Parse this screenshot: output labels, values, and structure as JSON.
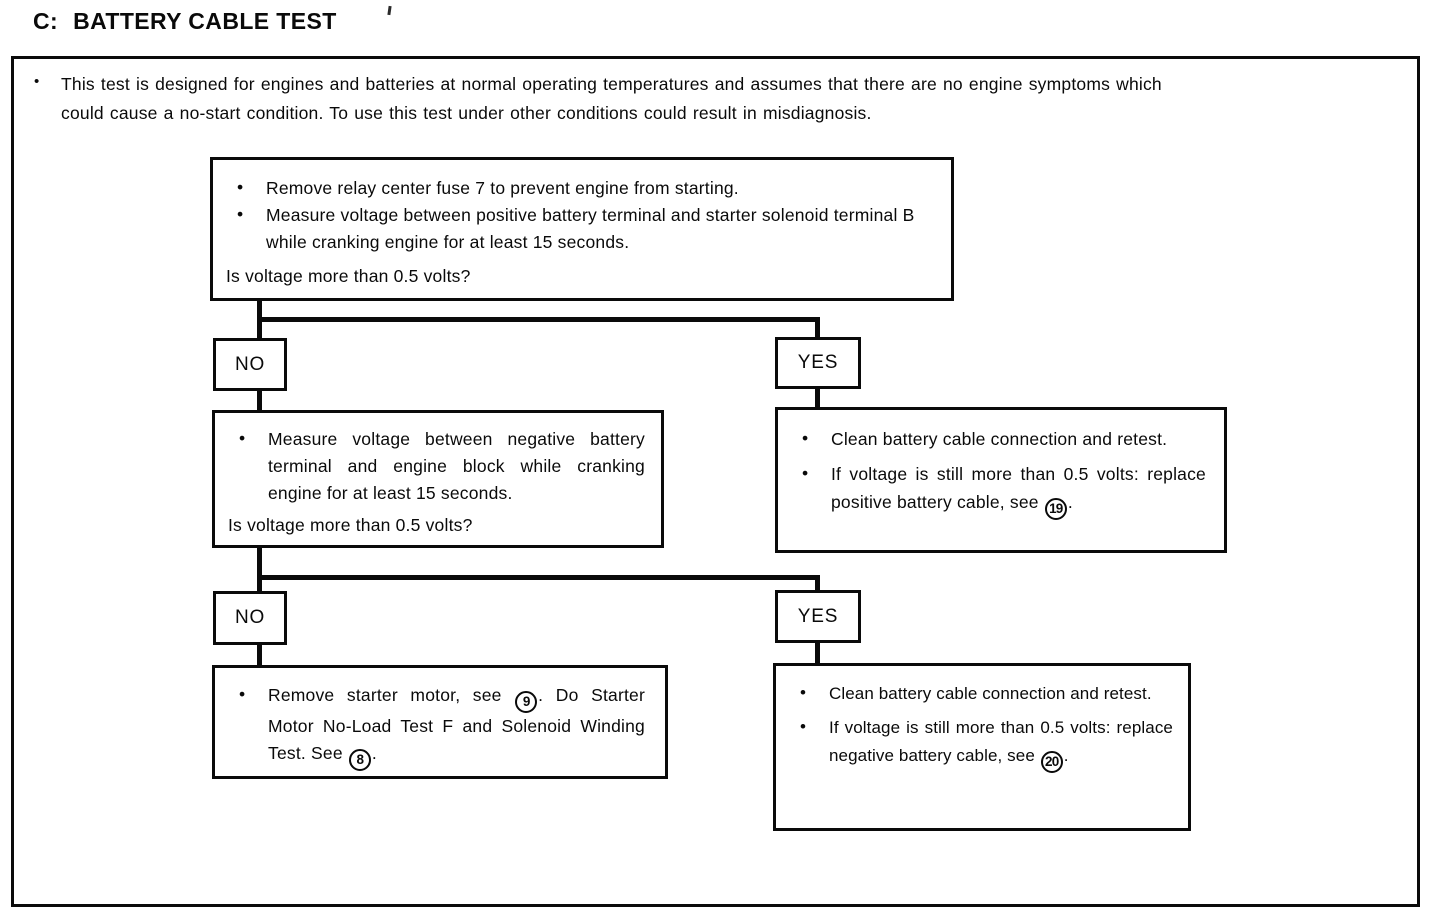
{
  "title": {
    "prefix": "C:",
    "text": "BATTERY CABLE TEST"
  },
  "bullet_char": "•",
  "intro": {
    "line1": "This test is designed for engines and batteries at normal operating temperatures and assumes that there are no engine symptoms which",
    "line2": "could cause a no-start condition. To use this test under other conditions could result in misdiagnosis."
  },
  "flowchart": {
    "decision1": {
      "bullet1": "Remove relay center fuse 7 to prevent engine from starting.",
      "bullet2": "Measure voltage between positive battery terminal and starter solenoid terminal B while cranking engine for at least 15 seconds.",
      "question": "Is voltage more than 0.5 volts?"
    },
    "branch1": {
      "no": "NO",
      "yes": "YES"
    },
    "decision2": {
      "bullet1": "Measure voltage between negative battery terminal and engine block while cranking engine for at least 15 seconds.",
      "question": "Is voltage more than 0.5 volts?"
    },
    "yes1_action": {
      "bullet1": "Clean battery cable connection and retest.",
      "bullet2_text": "If voltage is still more than 0.5 volts: replace positive battery cable, see ",
      "bullet2_ref": "19",
      "bullet2_end": "."
    },
    "branch2": {
      "no": "NO",
      "yes": "YES"
    },
    "no2_action": {
      "seg1": "Remove starter motor, see ",
      "ref1": "9",
      "seg2": ". Do Starter Motor No-Load Test F and Solenoid Winding Test. See ",
      "ref2": "8",
      "seg3": "."
    },
    "yes2_action": {
      "bullet1": "Clean battery cable connection and retest.",
      "bullet2_text": "If voltage is still more than 0.5 volts: replace negative battery cable, see ",
      "bullet2_ref": "20",
      "bullet2_end": "."
    }
  },
  "colors": {
    "ink": "#0a0a0a",
    "paper": "#ffffff"
  }
}
